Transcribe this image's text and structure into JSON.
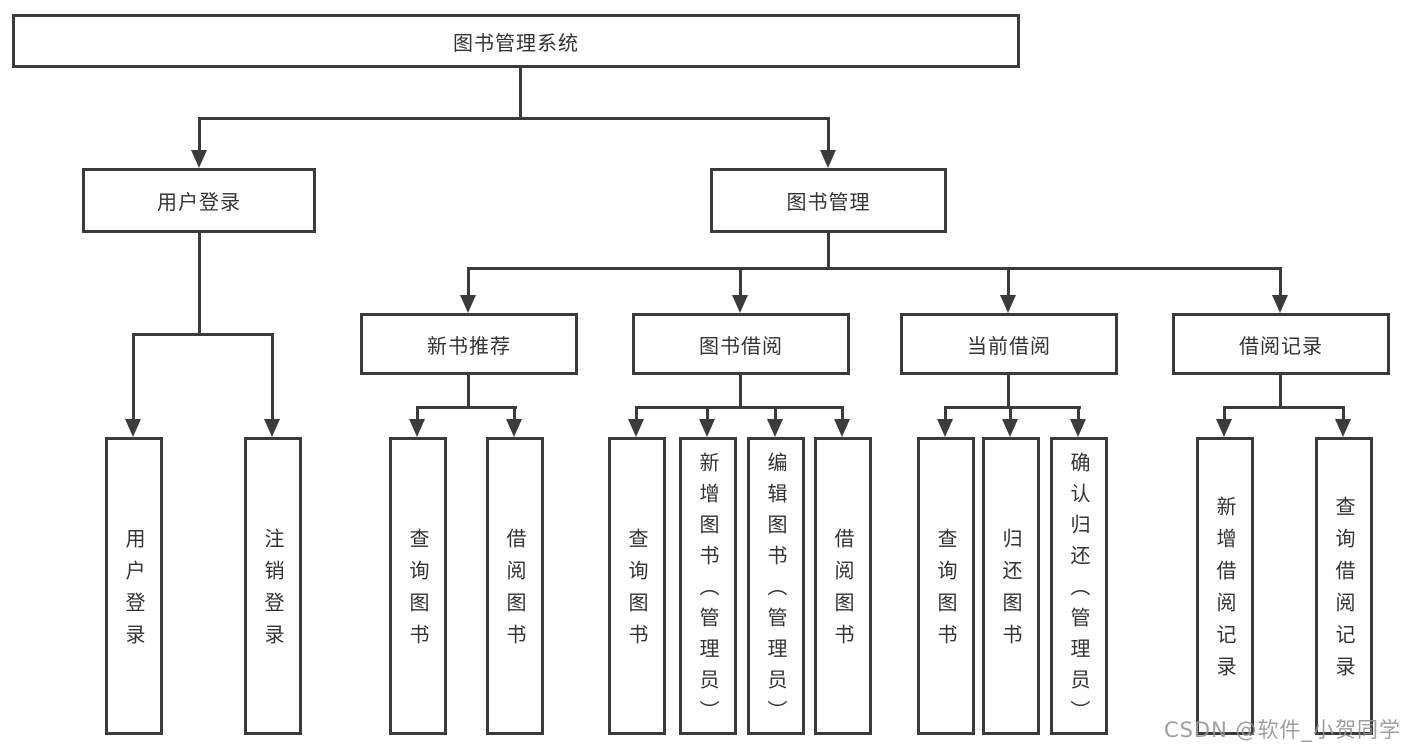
{
  "diagram": {
    "title": "图书管理系统",
    "root": {
      "label": "图书管理系统"
    },
    "level2": [
      {
        "label": "用户登录"
      },
      {
        "label": "图书管理"
      }
    ],
    "level3": [
      {
        "label": "新书推荐",
        "parent": "图书管理"
      },
      {
        "label": "图书借阅",
        "parent": "图书管理"
      },
      {
        "label": "当前借阅",
        "parent": "图书管理"
      },
      {
        "label": "借阅记录",
        "parent": "图书管理"
      }
    ],
    "leaves": [
      {
        "label": "用户登录",
        "parent": "用户登录"
      },
      {
        "label": "注销登录",
        "parent": "用户登录"
      },
      {
        "label": "查询图书",
        "parent": "新书推荐"
      },
      {
        "label": "借阅图书",
        "parent": "新书推荐"
      },
      {
        "label": "查询图书",
        "parent": "图书借阅"
      },
      {
        "label": "新增图书（管理员）",
        "parent": "图书借阅"
      },
      {
        "label": "编辑图书（管理员）",
        "parent": "图书借阅"
      },
      {
        "label": "借阅图书",
        "parent": "图书借阅"
      },
      {
        "label": "查询图书",
        "parent": "当前借阅"
      },
      {
        "label": "归还图书",
        "parent": "当前借阅"
      },
      {
        "label": "确认归还（管理员）",
        "parent": "当前借阅"
      },
      {
        "label": "新增借阅记录",
        "parent": "借阅记录"
      },
      {
        "label": "查询借阅记录",
        "parent": "借阅记录"
      }
    ]
  },
  "watermark": "CSDN @软件_小贺同学",
  "colors": {
    "line": "#3b3b3b",
    "text": "#333333",
    "box_fill": "#ffffff",
    "background": "#ffffff",
    "watermark": "#949494"
  }
}
